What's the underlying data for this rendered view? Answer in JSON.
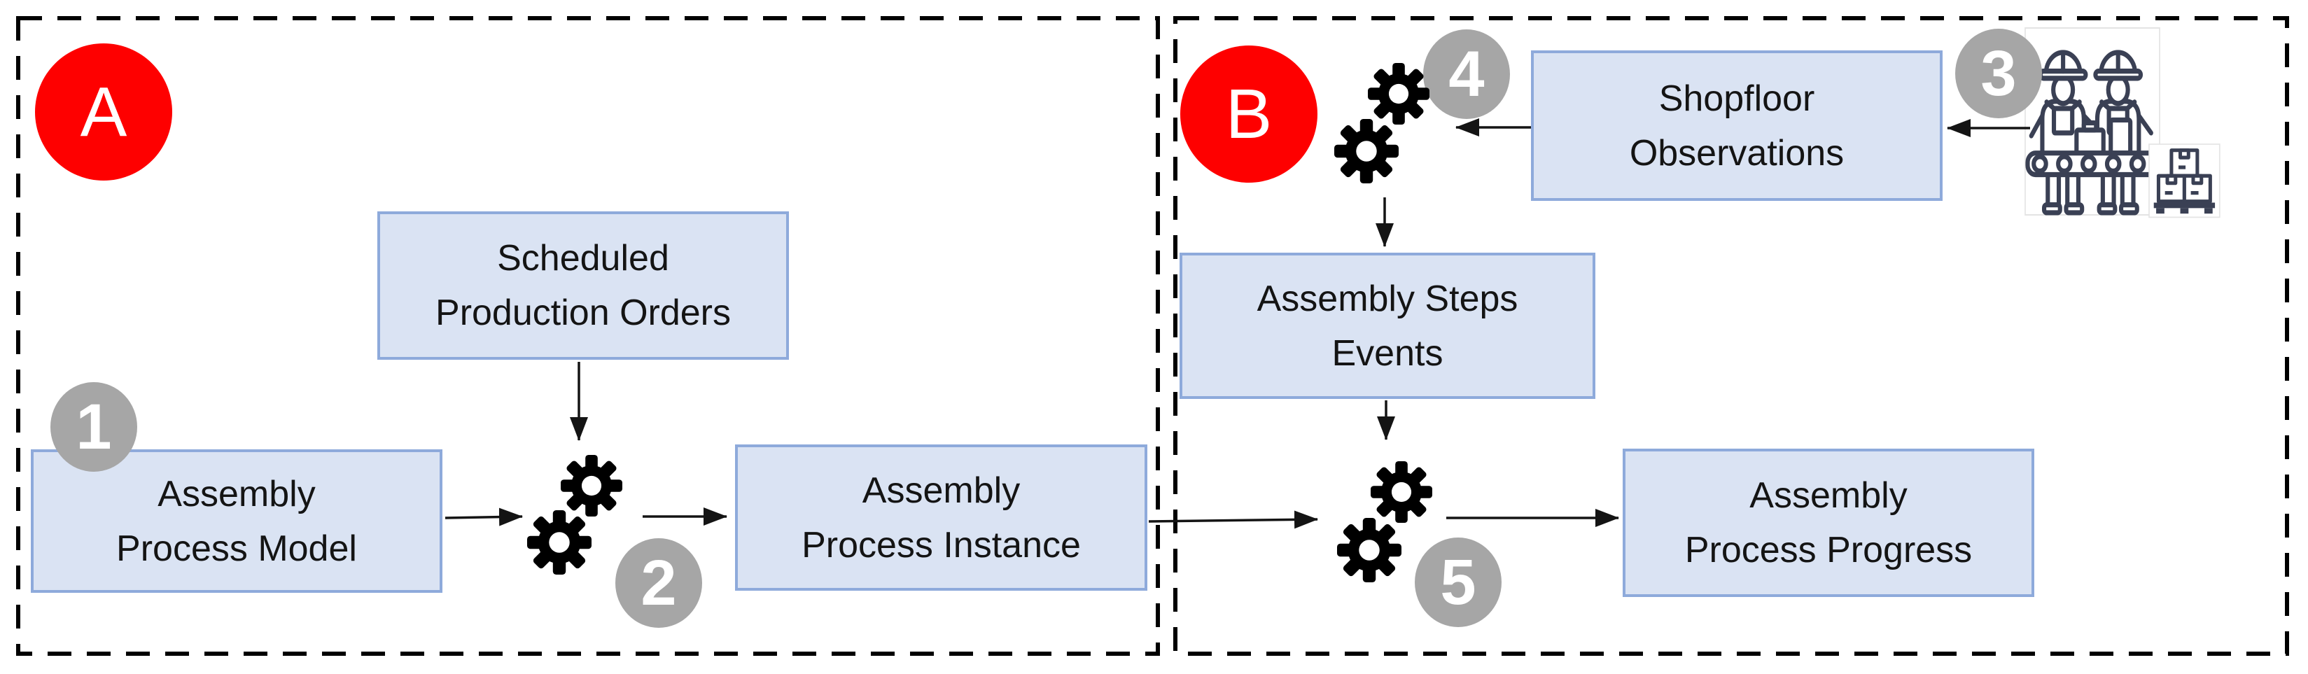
{
  "figure": {
    "badge_a": "A",
    "badge_b": "B",
    "steps": {
      "s1": "1",
      "s2": "2",
      "s3": "3",
      "s4": "4",
      "s5": "5"
    },
    "boxes": {
      "scheduled_production_orders": {
        "line1": "Scheduled",
        "line2": "Production Orders"
      },
      "assembly_process_model": {
        "line1": "Assembly",
        "line2": "Process Model"
      },
      "assembly_process_instance": {
        "line1": "Assembly",
        "line2": "Process Instance"
      },
      "shopfloor_observations": {
        "line1": "Shopfloor",
        "line2": "Observations"
      },
      "assembly_steps_events": {
        "line1": "Assembly Steps",
        "line2": "Events"
      },
      "assembly_process_progress": {
        "line1": "Assembly",
        "line2": "Process Progress"
      }
    },
    "icons": {
      "gears": "gears-icon",
      "workers": "workers-at-conveyor-icon",
      "pallet": "pallet-with-boxes-icon"
    },
    "colors": {
      "box_fill": "#dae3f3",
      "box_border": "#8eaadb",
      "badge_red": "#fe0000",
      "step_gray": "#a6a6a6",
      "line_black": "#141414",
      "icon_stroke": "#3a4054",
      "panel_dash": "#000000"
    }
  }
}
